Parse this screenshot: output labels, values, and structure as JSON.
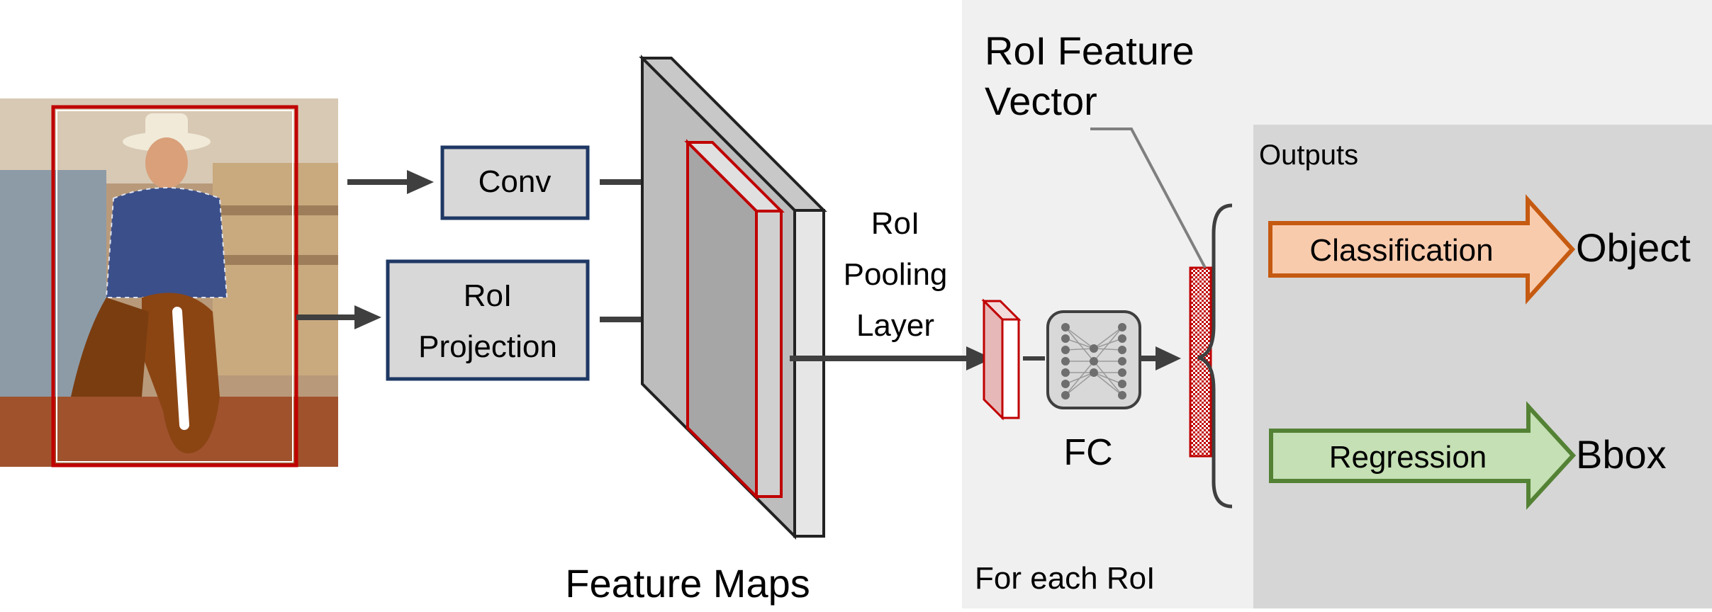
{
  "labels": {
    "conv": "Conv",
    "roi_projection_line1": "RoI",
    "roi_projection_line2": "Projection",
    "roi_pooling_line1": "RoI",
    "roi_pooling_line2": "Pooling",
    "roi_pooling_line3": "Layer",
    "feature_maps": "Feature Maps",
    "roi_feature_vector_line1": "RoI Feature",
    "roi_feature_vector_line2": "Vector",
    "outputs": "Outputs",
    "fc": "FC",
    "classification": "Classification",
    "regression": "Regression",
    "object": "Object",
    "bbox": "Bbox",
    "for_each_roi": "For each RoI"
  },
  "colors": {
    "box_fill": "#d8d8d8",
    "box_border": "#1f3864",
    "roi_red": "#c00000",
    "arrow": "#3f3f3f",
    "panel_light": "#f0f0f0",
    "panel_dark": "#d6d6d6",
    "classification_fill": "#f8cbad",
    "classification_border": "#c55a11",
    "regression_fill": "#c5e0b4",
    "regression_border": "#548235",
    "feature_map_front": "#a6a6a6",
    "feature_map_side": "#e7e6e6"
  },
  "icons": {
    "photo": "cowboy-on-horse-photo",
    "fc": "neural-network-icon"
  }
}
